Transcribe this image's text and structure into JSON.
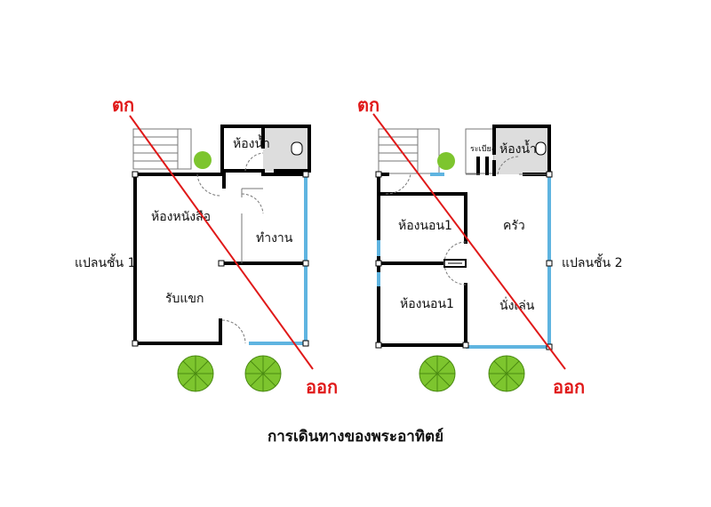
{
  "title": "การเดินทางของพระอาทิตย์",
  "colors": {
    "wall": "#000000",
    "window": "#5fb4e0",
    "sun_path": "#e01919",
    "tree": "#7dc52e"
  },
  "plan1": {
    "label": "แปลนชั้น 1",
    "rooms": {
      "bathroom": "ห้องน้ำ",
      "library": "ห้องหนังสือ",
      "work": "ทำงาน",
      "living": "รับแขก"
    },
    "west": "ตก",
    "east": "ออก"
  },
  "plan2": {
    "label": "แปลนชั้น 2",
    "rooms": {
      "balcony": "ระเบียง",
      "bathroom": "ห้องน้ำ",
      "bedroom_top": "ห้องนอน1",
      "kitchen": "ครัว",
      "bedroom_bottom": "ห้องนอน1",
      "lounge": "นั่งเล่น"
    },
    "west": "ตก",
    "east": "ออก"
  }
}
